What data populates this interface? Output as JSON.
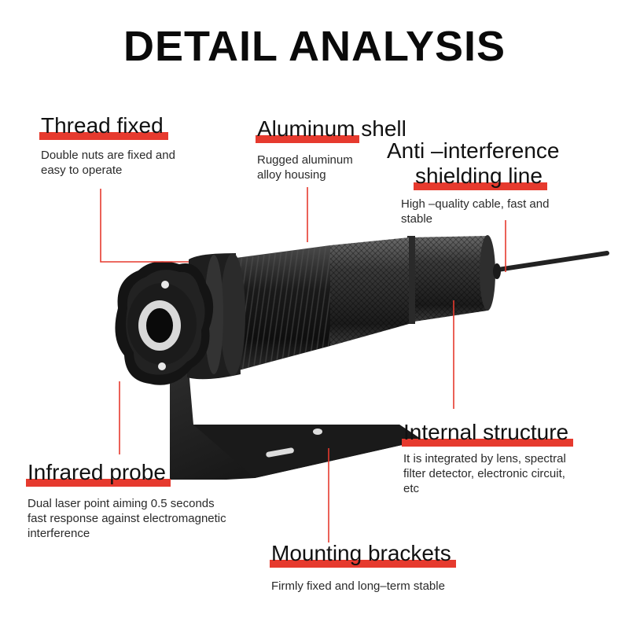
{
  "header": {
    "title": "DETAIL ANALYSIS"
  },
  "callouts": {
    "thread": {
      "title": "Thread fixed",
      "desc_lines": [
        "Double nuts are fixed and",
        "easy to operate"
      ]
    },
    "aluminum": {
      "title": "Aluminum shell",
      "desc_lines": [
        "Rugged aluminum",
        "alloy housing"
      ]
    },
    "shielding": {
      "title_lines": [
        "Anti –interference",
        "shielding line"
      ],
      "desc_lines": [
        "High –quality cable, fast and",
        "stable"
      ]
    },
    "internal": {
      "title": "Internal structure",
      "desc_lines": [
        "It is integrated by lens, spectral",
        "filter detector, electronic circuit,",
        "etc"
      ]
    },
    "infrared": {
      "title": "Infrared probe",
      "desc_lines": [
        "Dual laser point aiming 0.5 seconds",
        "fast response against electromagnetic",
        "interference"
      ]
    },
    "mounting": {
      "title": "Mounting brackets",
      "desc_lines": [
        "Firmly fixed and long–term stable"
      ]
    }
  },
  "colors": {
    "accent": "#e63a2e",
    "leader": "#e63a2e",
    "product": "#1c1c1c"
  }
}
